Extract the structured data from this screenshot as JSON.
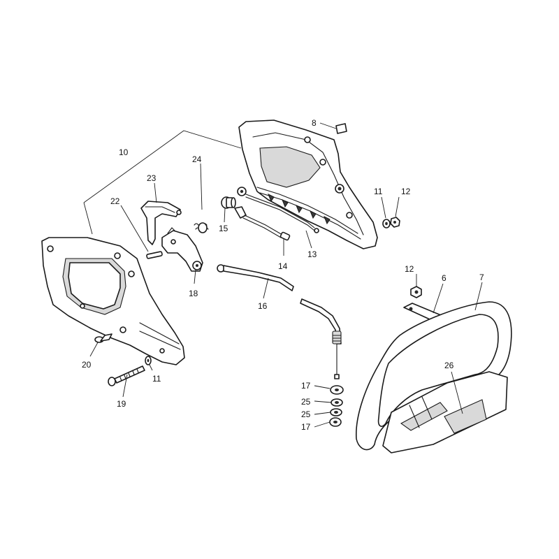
{
  "callouts": [
    {
      "id": "c8",
      "label": "8"
    },
    {
      "id": "c10",
      "label": "10"
    },
    {
      "id": "c24",
      "label": "24"
    },
    {
      "id": "c23",
      "label": "23"
    },
    {
      "id": "c22",
      "label": "22"
    },
    {
      "id": "c15",
      "label": "15"
    },
    {
      "id": "c13",
      "label": "13"
    },
    {
      "id": "c14",
      "label": "14"
    },
    {
      "id": "c18",
      "label": "18"
    },
    {
      "id": "c11a",
      "label": "11"
    },
    {
      "id": "c12a",
      "label": "12"
    },
    {
      "id": "c12b",
      "label": "12"
    },
    {
      "id": "c6",
      "label": "6"
    },
    {
      "id": "c7",
      "label": "7"
    },
    {
      "id": "c16",
      "label": "16"
    },
    {
      "id": "c20",
      "label": "20"
    },
    {
      "id": "c11b",
      "label": "11"
    },
    {
      "id": "c19",
      "label": "19"
    },
    {
      "id": "c26",
      "label": "26"
    },
    {
      "id": "c17a",
      "label": "17"
    },
    {
      "id": "c25a",
      "label": "25"
    },
    {
      "id": "c25b",
      "label": "25"
    },
    {
      "id": "c17b",
      "label": "17"
    }
  ]
}
